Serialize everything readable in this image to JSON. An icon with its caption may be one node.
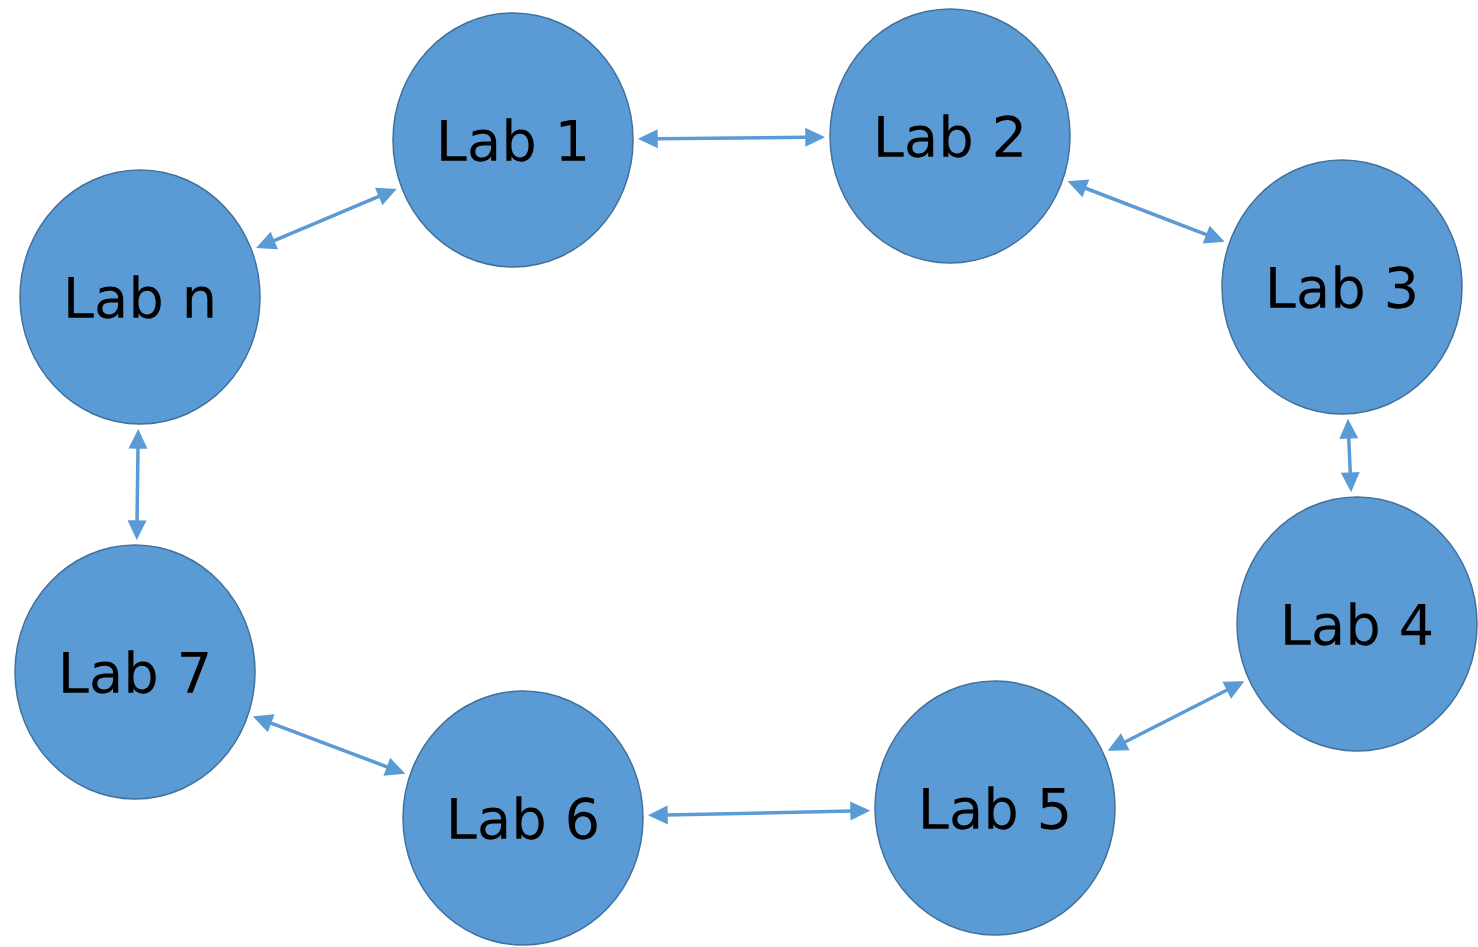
{
  "diagram": {
    "nodes": [
      {
        "text": [
          "Lab 1"
        ]
      },
      {
        "text": [
          "Lab 2"
        ]
      },
      {
        "text": [
          "Lab 3"
        ]
      },
      {
        "text": [
          "Lab 4"
        ]
      },
      {
        "text": [
          "Lab 5"
        ]
      },
      {
        "text": [
          "Lab 6"
        ]
      },
      {
        "text": [
          "Lab 7"
        ]
      },
      {
        "text": [
          "Lab n"
        ]
      }
    ],
    "edges": [
      {
        "from": 0,
        "to": 1,
        "arrow": "both"
      },
      {
        "from": 1,
        "to": 2,
        "arrow": "both"
      },
      {
        "from": 2,
        "to": 3,
        "arrow": "both"
      },
      {
        "from": 3,
        "to": 4,
        "arrow": "both"
      },
      {
        "from": 4,
        "to": 5,
        "arrow": "both"
      },
      {
        "from": 5,
        "to": 6,
        "arrow": "both"
      },
      {
        "from": 6,
        "to": 7,
        "arrow": "both"
      },
      {
        "from": 7,
        "to": 0,
        "arrow": "both"
      }
    ]
  }
}
